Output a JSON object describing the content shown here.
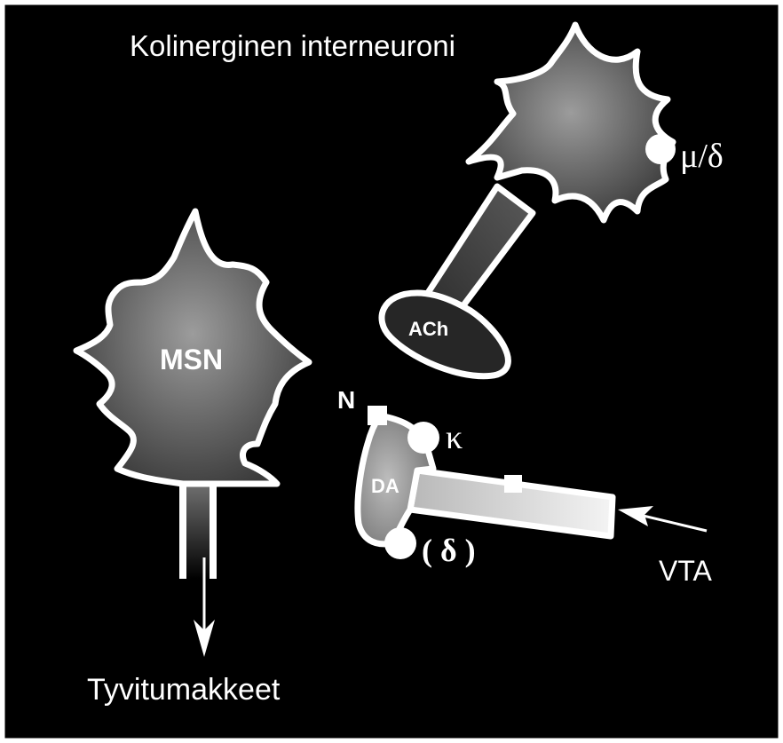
{
  "labels": {
    "cholinergic_title": "Kolinerginen interneuroni",
    "msn": "MSN",
    "ach": "ACh",
    "da": "DA",
    "n_receptor": "N",
    "kappa": "κ",
    "mu_delta": "μ/δ",
    "delta_paren": "( δ )",
    "vta": "VTA",
    "basal_ganglia": "Tyvitumakkeet"
  },
  "colors": {
    "background": "#000000",
    "outline": "#ffffff",
    "cell_fill_dark": "#3a3a3a",
    "cell_fill_light": "#9a9a9a",
    "text": "#ffffff"
  }
}
